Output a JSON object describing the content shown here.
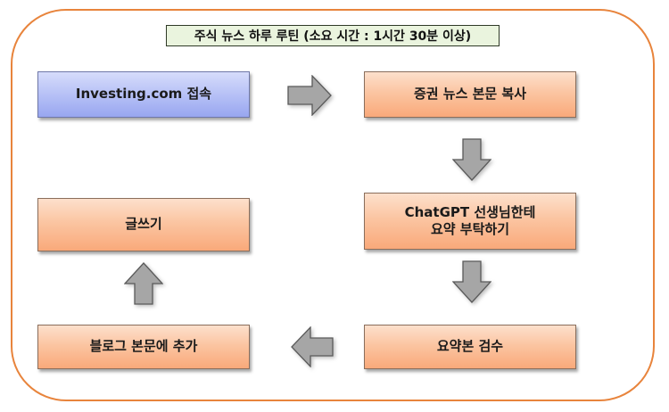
{
  "title": "주식 뉴스 하루  루틴 (소요 시간 : 1시간 30분 이상)",
  "steps": {
    "access": "Investing.com 접속",
    "copy": "증권 뉴스 본문 복사",
    "chatgpt_line1": "ChatGPT 선생님한테",
    "chatgpt_line2": "요약 부탁하기",
    "review": "요약본 검수",
    "add": "블로그 본문에 추가",
    "write": "글쓰기"
  },
  "colors": {
    "frame": "#e8843c",
    "title_bg": "#eaf4de",
    "box_orange": "#fbc5a2",
    "box_blue": "#b7c1f6",
    "arrow": "#a6a6a6"
  }
}
